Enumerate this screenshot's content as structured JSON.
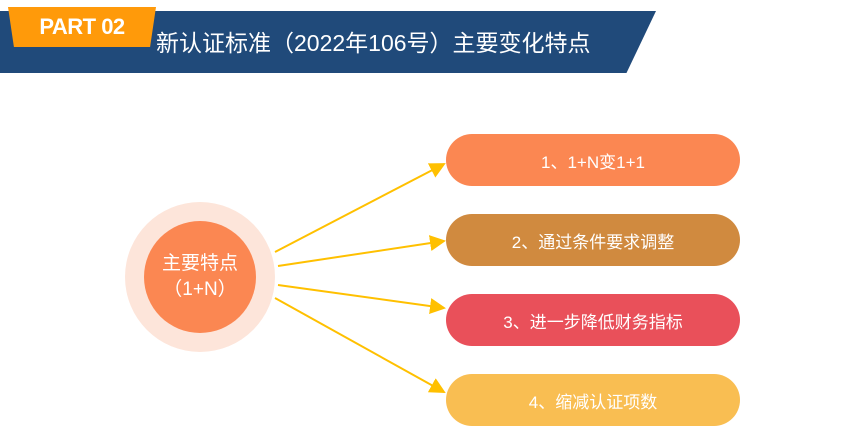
{
  "header": {
    "part_label": "PART 02",
    "title": "新认证标准（2022年106号）主要变化特点"
  },
  "center": {
    "line1": "主要特点",
    "line2": "（1+N）"
  },
  "items": [
    {
      "label": "1、1+N变1+1",
      "color": "#FB8752"
    },
    {
      "label": "2、通过条件要求调整",
      "color": "#D08A3F"
    },
    {
      "label": "3、进一步降低财务指标",
      "color": "#E9505A"
    },
    {
      "label": "4、缩减认证项数",
      "color": "#F9BE52"
    }
  ],
  "colors": {
    "arrow": "#FFC000",
    "band": "#204A7A",
    "tab": "#FF9A0A"
  }
}
